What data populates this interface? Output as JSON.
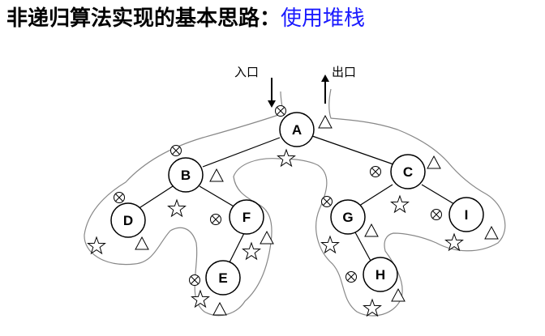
{
  "title": {
    "prefix": "非递归算法实现的基本思路：",
    "highlight": "使用堆栈",
    "prefix_color": "#000000",
    "highlight_color": "#1a1aff"
  },
  "entry_label": "入口",
  "exit_label": "出口",
  "nodes": {
    "A": "A",
    "B": "B",
    "C": "C",
    "D": "D",
    "E": "E",
    "F": "F",
    "G": "G",
    "H": "H",
    "I": "I"
  },
  "markers": {
    "visit_first": "otimes-icon",
    "visit_second": "star-icon",
    "visit_third": "triangle-icon"
  }
}
